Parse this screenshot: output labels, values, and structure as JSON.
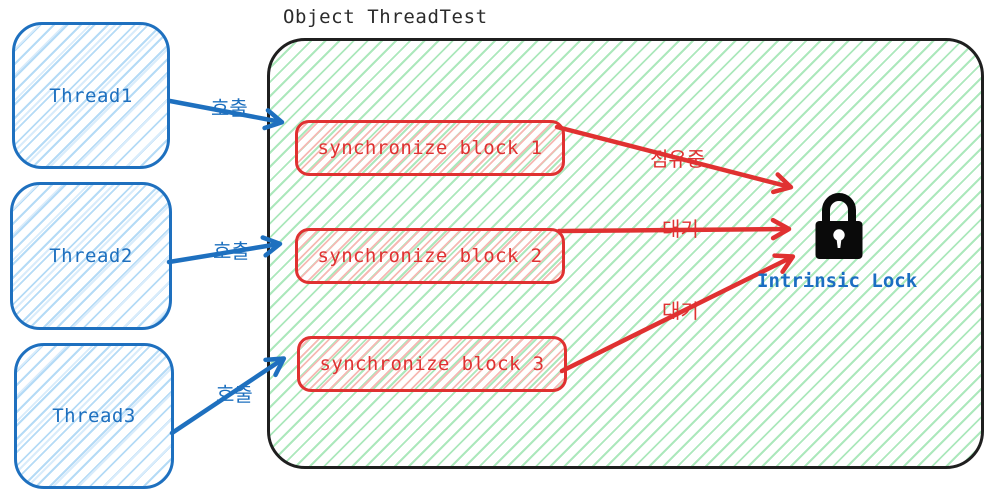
{
  "diagram": {
    "title": "Object ThreadTest",
    "threads": [
      {
        "label": "Thread1"
      },
      {
        "label": "Thread2"
      },
      {
        "label": "Thread3"
      }
    ],
    "blocks": [
      {
        "label": "synchronize block 1"
      },
      {
        "label": "synchronize block 2"
      },
      {
        "label": "synchronize block 3"
      }
    ],
    "lock": {
      "icon": "padlock-icon",
      "label": "Intrinsic Lock"
    },
    "arrows": [
      {
        "from": "Thread1",
        "to": "synchronize block 1",
        "label": "호출",
        "color": "#1e70bf"
      },
      {
        "from": "Thread2",
        "to": "synchronize block 2",
        "label": "호출",
        "color": "#1e70bf"
      },
      {
        "from": "Thread3",
        "to": "synchronize block 3",
        "label": "호출",
        "color": "#1e70bf"
      },
      {
        "from": "synchronize block 1",
        "to": "Intrinsic Lock",
        "label": "점유중",
        "color": "#e03131"
      },
      {
        "from": "synchronize block 2",
        "to": "Intrinsic Lock",
        "label": "대기",
        "color": "#e03131"
      },
      {
        "from": "synchronize block 3",
        "to": "Intrinsic Lock",
        "label": "대기",
        "color": "#e03131"
      }
    ],
    "colors": {
      "blue": "#1e70bf",
      "red": "#e03131",
      "green_hatch": "#ace8bc",
      "blue_hatch": "#b5dbf6",
      "red_hatch": "#f6b9b4",
      "container_border": "#1f1f1f",
      "lock_label_blue": "#1b6ec2"
    }
  }
}
